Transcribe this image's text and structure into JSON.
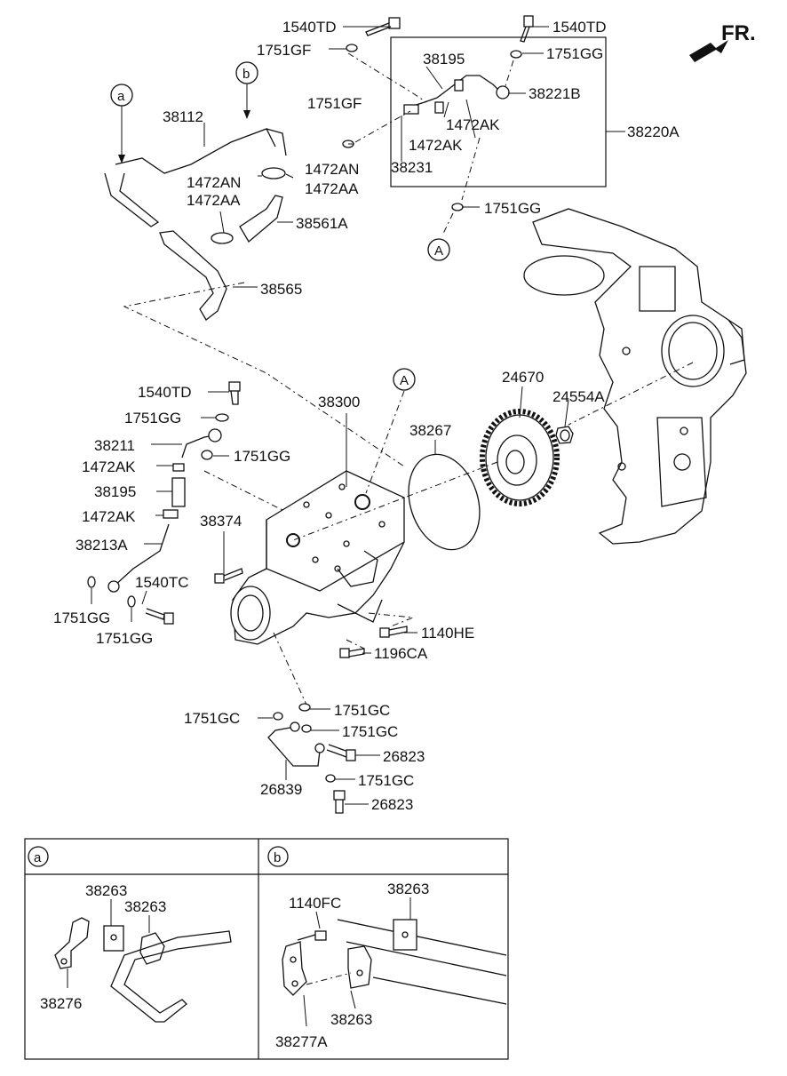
{
  "orientation": {
    "front_label": "FR."
  },
  "callouts": {
    "a": "a",
    "b": "b",
    "A": "A"
  },
  "labels": {
    "p1540TD_top": "1540TD",
    "p1751GF_top": "1751GF",
    "p38195_top": "38195",
    "p1540TD_right": "1540TD",
    "p1751GG_right": "1751GG",
    "p38221B": "38221B",
    "p1751GF_mid": "1751GF",
    "p1472AK_a": "1472AK",
    "p1472AK_b": "1472AK",
    "p38220A": "38220A",
    "p38231": "38231",
    "p38112": "38112",
    "p1472AN_l": "1472AN",
    "p1472AA_l": "1472AA",
    "p1472AN_r": "1472AN",
    "p1472AA_r": "1472AA",
    "p38561A": "38561A",
    "p1751GG_A": "1751GG",
    "p38565": "38565",
    "p1540TD_mid": "1540TD",
    "p1751GG_mid1": "1751GG",
    "p38300": "38300",
    "p24670": "24670",
    "p24554A": "24554A",
    "p38211": "38211",
    "p1751GG_mid2": "1751GG",
    "p38267": "38267",
    "p1472AK_c": "1472AK",
    "p38195_mid": "38195",
    "p1472AK_d": "1472AK",
    "p38374": "38374",
    "p38213A": "38213A",
    "p1540TC": "1540TC",
    "p1751GG_l1": "1751GG",
    "p1751GG_l2": "1751GG",
    "p1140HE": "1140HE",
    "p1196CA": "1196CA",
    "p1751GC_1": "1751GC",
    "p1751GC_2": "1751GC",
    "p1751GC_3": "1751GC",
    "p26823_1": "26823",
    "p1751GC_4": "1751GC",
    "p26839": "26839",
    "p26823_2": "26823"
  },
  "detail_a": {
    "tag": "a",
    "l1": "38263",
    "l2": "38263",
    "l3": "38276"
  },
  "detail_b": {
    "tag": "b",
    "l1": "1140FC",
    "l2": "38263",
    "l3": "38263",
    "l4": "38277A"
  }
}
